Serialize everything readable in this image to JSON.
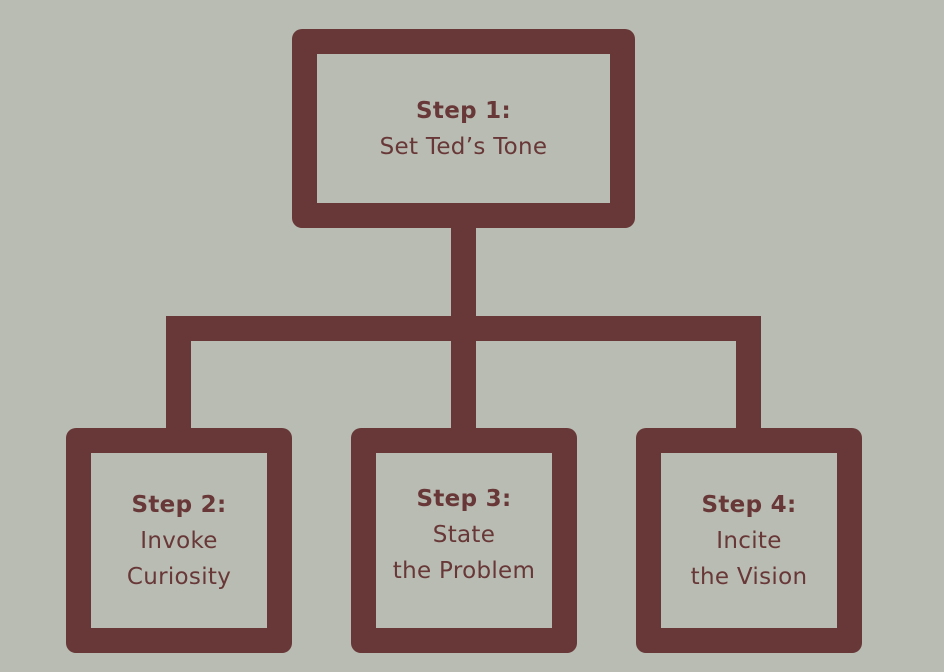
{
  "diagram": {
    "root": {
      "title": "Step 1:",
      "line1": "Set Ted’s Tone"
    },
    "children": [
      {
        "title": "Step 2:",
        "line1": "Invoke",
        "line2": "Curiosity"
      },
      {
        "title": "Step 3:",
        "line1": "State",
        "line2": "the Problem"
      },
      {
        "title": "Step 4:",
        "line1": "Incite",
        "line2": "the Vision"
      }
    ]
  },
  "colors": {
    "background": "#b8bcb2",
    "accent": "#683737"
  }
}
